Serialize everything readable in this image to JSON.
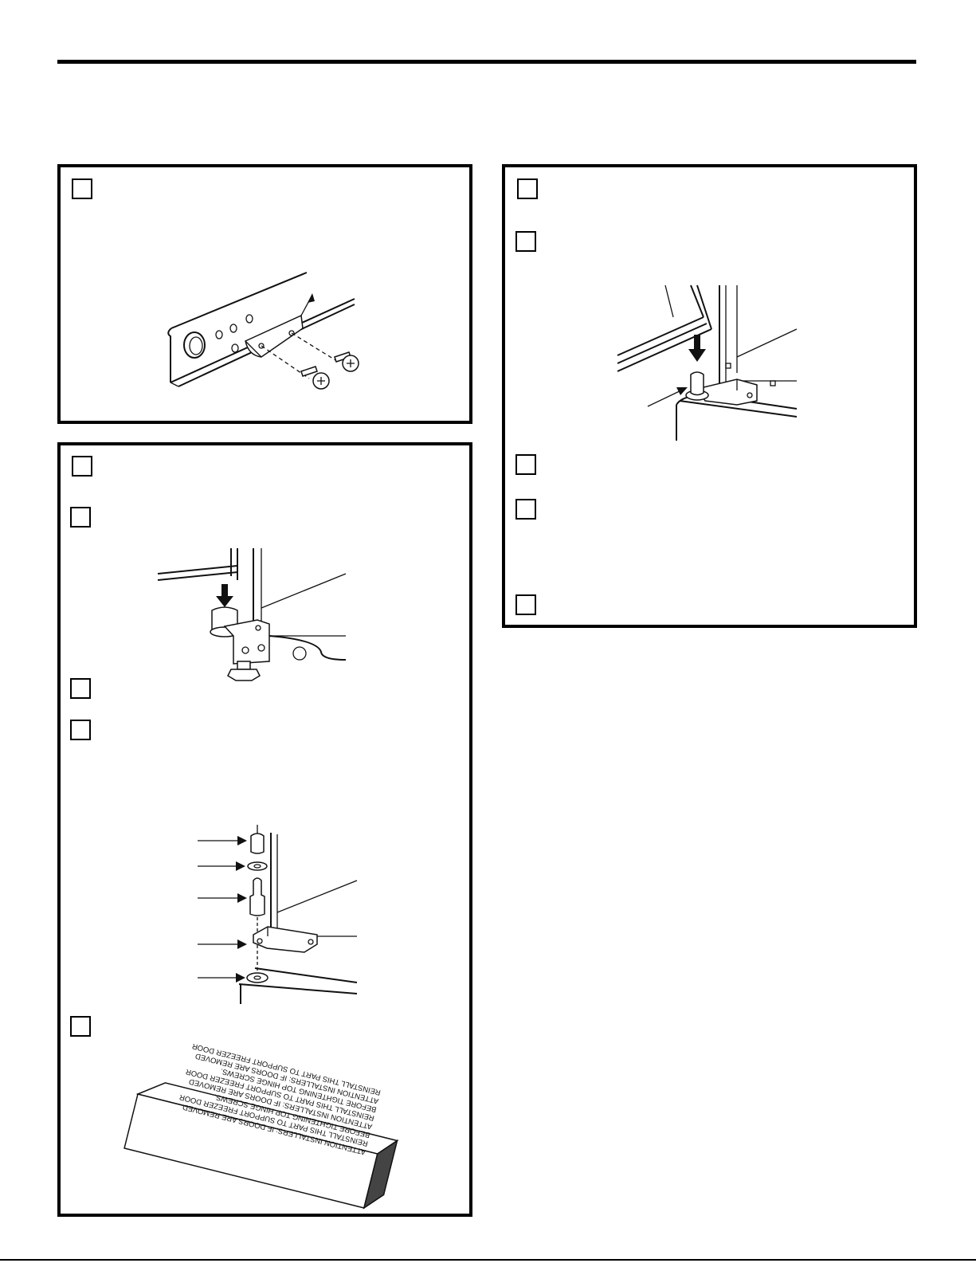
{
  "page": {
    "header_rule": true,
    "footer_rule": true
  },
  "panels": [
    {
      "id": "panel-top-left",
      "steps": [
        {
          "label": ""
        }
      ],
      "illustration": "hinge-bracket-screws"
    },
    {
      "id": "panel-bottom-left",
      "steps": [
        {
          "label": ""
        },
        {
          "label": ""
        },
        {
          "label": ""
        },
        {
          "label": ""
        },
        {
          "label": ""
        }
      ],
      "illustrations": [
        "bottom-hinge-pin",
        "hinge-pin-exploded",
        "shipping-block"
      ],
      "shipping_block_text": [
        "ATTENTION INSTALLERS: IF DOORS ARE REMOVED",
        "REINSTALL THIS PART TO SUPPORT FREEZER DOOR",
        "BEFORE TIGHTENING TOP HINGE SCREWS.",
        "ATTENTION INSTALLERS: IF DOORS ARE REMOVED",
        "REINSTALL THIS PART TO SUPPORT FREEZER DOOR",
        "BEFORE TIGHTENING TOP HINGE SCREWS.",
        "ATTENTION INSTALLERS: IF DOORS ARE REMOVED",
        "REINSTALL THIS PART TO SUPPORT FREEZER DOOR"
      ]
    },
    {
      "id": "panel-top-right",
      "steps": [
        {
          "label": ""
        },
        {
          "label": ""
        },
        {
          "label": ""
        },
        {
          "label": ""
        },
        {
          "label": ""
        }
      ],
      "illustration": "door-on-hinge-pin"
    }
  ],
  "colors": {
    "ink": "#000000",
    "paper": "#ffffff"
  }
}
